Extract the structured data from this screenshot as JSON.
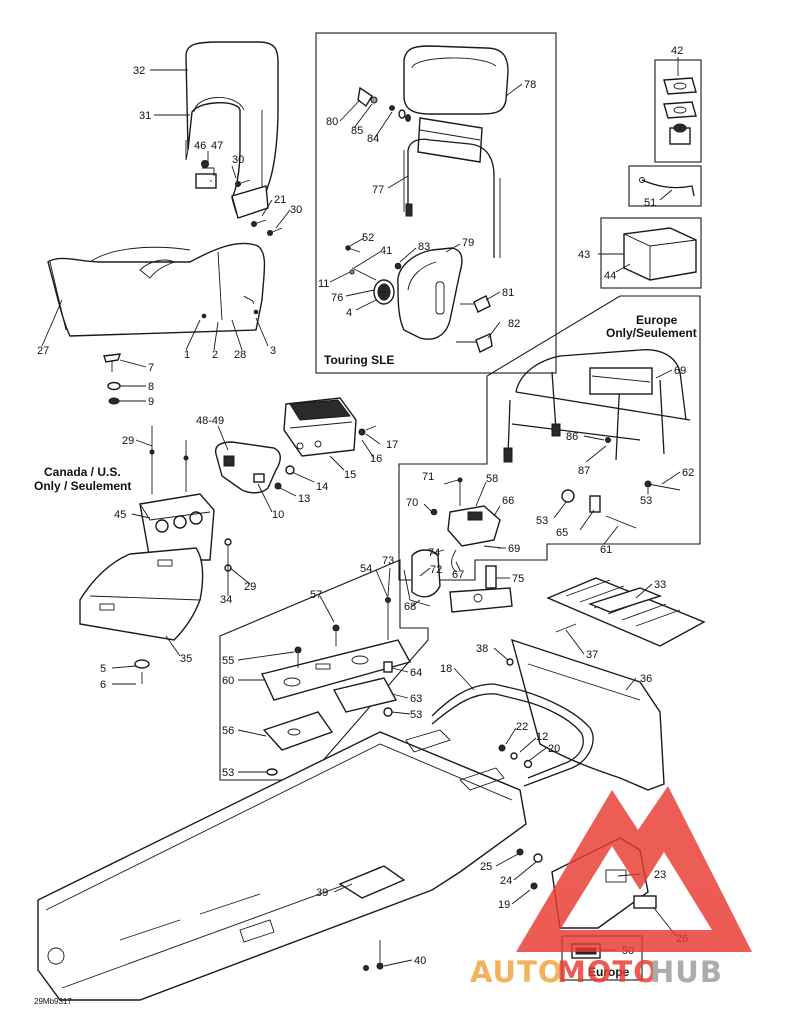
{
  "diagram": {
    "callouts": [
      {
        "id": "c32",
        "text": "32"
      },
      {
        "id": "c31",
        "text": "31"
      },
      {
        "id": "c46",
        "text": "46"
      },
      {
        "id": "c47",
        "text": "47"
      },
      {
        "id": "c30a",
        "text": "30"
      },
      {
        "id": "c21",
        "text": "21"
      },
      {
        "id": "c30b",
        "text": "30"
      },
      {
        "id": "c27",
        "text": "27"
      },
      {
        "id": "c1",
        "text": "1"
      },
      {
        "id": "c2",
        "text": "2"
      },
      {
        "id": "c28",
        "text": "28"
      },
      {
        "id": "c3",
        "text": "3"
      },
      {
        "id": "c7",
        "text": "7"
      },
      {
        "id": "c8",
        "text": "8"
      },
      {
        "id": "c9",
        "text": "9"
      },
      {
        "id": "c78",
        "text": "78"
      },
      {
        "id": "c80",
        "text": "80"
      },
      {
        "id": "c85",
        "text": "85"
      },
      {
        "id": "c84",
        "text": "84"
      },
      {
        "id": "c77",
        "text": "77"
      },
      {
        "id": "c52",
        "text": "52"
      },
      {
        "id": "c41",
        "text": "41"
      },
      {
        "id": "c83",
        "text": "83"
      },
      {
        "id": "c79",
        "text": "79"
      },
      {
        "id": "c11",
        "text": "11"
      },
      {
        "id": "c76",
        "text": "76"
      },
      {
        "id": "c4",
        "text": "4"
      },
      {
        "id": "c81",
        "text": "81"
      },
      {
        "id": "c82",
        "text": "82"
      },
      {
        "id": "c42",
        "text": "42"
      },
      {
        "id": "c51",
        "text": "51"
      },
      {
        "id": "c43",
        "text": "43"
      },
      {
        "id": "c44",
        "text": "44"
      },
      {
        "id": "c69",
        "text": "69"
      },
      {
        "id": "c86",
        "text": "86"
      },
      {
        "id": "c87",
        "text": "87"
      },
      {
        "id": "c62",
        "text": "62"
      },
      {
        "id": "c53a",
        "text": "53"
      },
      {
        "id": "c53b",
        "text": "53"
      },
      {
        "id": "c65",
        "text": "65"
      },
      {
        "id": "c61",
        "text": "61"
      },
      {
        "id": "c4849",
        "text": "48-49"
      },
      {
        "id": "c17",
        "text": "17"
      },
      {
        "id": "c16",
        "text": "16"
      },
      {
        "id": "c15",
        "text": "15"
      },
      {
        "id": "c14",
        "text": "14"
      },
      {
        "id": "c13",
        "text": "13"
      },
      {
        "id": "c10",
        "text": "10"
      },
      {
        "id": "c29a",
        "text": "29"
      },
      {
        "id": "c45",
        "text": "45"
      },
      {
        "id": "c29b",
        "text": "29"
      },
      {
        "id": "c34",
        "text": "34"
      },
      {
        "id": "c35",
        "text": "35"
      },
      {
        "id": "c5",
        "text": "5"
      },
      {
        "id": "c6",
        "text": "6"
      },
      {
        "id": "c71",
        "text": "71"
      },
      {
        "id": "c58",
        "text": "58"
      },
      {
        "id": "c70",
        "text": "70"
      },
      {
        "id": "c66",
        "text": "66"
      },
      {
        "id": "c74",
        "text": "74"
      },
      {
        "id": "c72",
        "text": "72"
      },
      {
        "id": "c67",
        "text": "67"
      },
      {
        "id": "c69b",
        "text": "69"
      },
      {
        "id": "c73",
        "text": "73"
      },
      {
        "id": "c75",
        "text": "75"
      },
      {
        "id": "c68",
        "text": "68"
      },
      {
        "id": "c54",
        "text": "54"
      },
      {
        "id": "c57",
        "text": "57"
      },
      {
        "id": "c55",
        "text": "55"
      },
      {
        "id": "c60",
        "text": "60"
      },
      {
        "id": "c64",
        "text": "64"
      },
      {
        "id": "c63",
        "text": "63"
      },
      {
        "id": "c53c",
        "text": "53"
      },
      {
        "id": "c56",
        "text": "56"
      },
      {
        "id": "c53d",
        "text": "53"
      },
      {
        "id": "c33",
        "text": "33"
      },
      {
        "id": "c37",
        "text": "37"
      },
      {
        "id": "c38",
        "text": "38"
      },
      {
        "id": "c36",
        "text": "36"
      },
      {
        "id": "c18",
        "text": "18"
      },
      {
        "id": "c22",
        "text": "22"
      },
      {
        "id": "c12",
        "text": "12"
      },
      {
        "id": "c20",
        "text": "20"
      },
      {
        "id": "c25",
        "text": "25"
      },
      {
        "id": "c24",
        "text": "24"
      },
      {
        "id": "c23",
        "text": "23"
      },
      {
        "id": "c19",
        "text": "19"
      },
      {
        "id": "c26",
        "text": "26"
      },
      {
        "id": "c50",
        "text": "50"
      },
      {
        "id": "c39",
        "text": "39"
      },
      {
        "id": "c40",
        "text": "40"
      }
    ],
    "notes": {
      "touring": "Touring SLE",
      "europe_only_line1": "Europe",
      "europe_only_line2": "Only/Seulement",
      "canada_line1": "Canada / U.S.",
      "canada_line2": "Only / Seulement",
      "europe_box": "Europe",
      "drawing_code": "29Mb9317"
    },
    "watermark": {
      "part1": "AUTO",
      "part2": "MOTO",
      "part3": "HUB",
      "color_red": "#e8392f",
      "color_orange": "#f2a23a",
      "color_grey": "#9a9a9a"
    }
  }
}
